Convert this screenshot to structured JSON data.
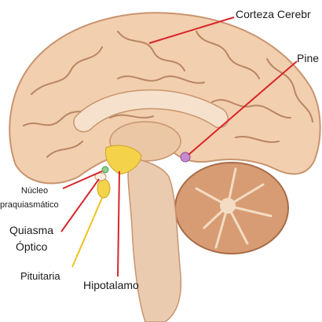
{
  "labels": {
    "corteza": "Corteza Cerebr",
    "pineal": "Pine",
    "nucleo_line1": "Núcleo",
    "nucleo_line2": "praquiasmático",
    "quiasma_line1": "Quiasma",
    "quiasma_line2": "Óptico",
    "pituitaria": "Pituitaria",
    "hipotalamo": "Hipotalamo"
  },
  "colors": {
    "brain": "#f2cfae",
    "brain_shade": "#d9a985",
    "gyri_lines": "#b98663",
    "cerebellum": "#d79c73",
    "brainstem": "#eacbb0",
    "hypothalamus": "#f4d34a",
    "pineal": "#c58ad0",
    "nucleus": "#8fd08f",
    "leader_red": "#d8262a",
    "leader_yellow": "#f0c020"
  }
}
